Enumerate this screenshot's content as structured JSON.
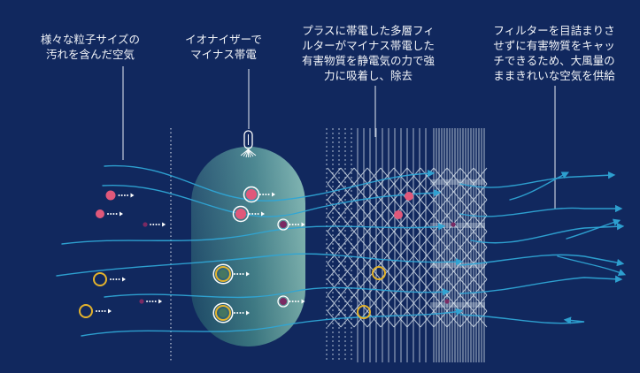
{
  "captions": {
    "particles": {
      "line1": "様々な粒子サイズの",
      "line2": "汚れを含んだ空気"
    },
    "ionizer": {
      "line1": "イオナイザーで",
      "line2": "マイナス帯電"
    },
    "filter": {
      "line1": "プラスに帯電した多層フィ",
      "line2": "ルターがマイナス帯電した",
      "line3": "有害物質を静電気の力で強",
      "line4": "力に吸着し、除去"
    },
    "airflow": {
      "line1": "フィルターを目詰まりさ",
      "line2": "せずに有害物質をキャッ",
      "line3": "チできるため、大風量の",
      "line4": "ままきれいな空気を供給"
    }
  },
  "colors": {
    "background": "#11285e",
    "airflow": "#2fa6d6",
    "pink_particle": "#e0587a",
    "yellow_ring": "#e4b32c",
    "purple_particle": "#7a2a63",
    "white": "#ffffff",
    "chamber_light": "#74aeae",
    "chamber_dark": "#1b4a6a",
    "filter_line": "#d9e4ee"
  },
  "icons": {
    "ionizer": "ionizer-emitter-icon",
    "negative_charge": "negative-charge-dots-icon"
  }
}
